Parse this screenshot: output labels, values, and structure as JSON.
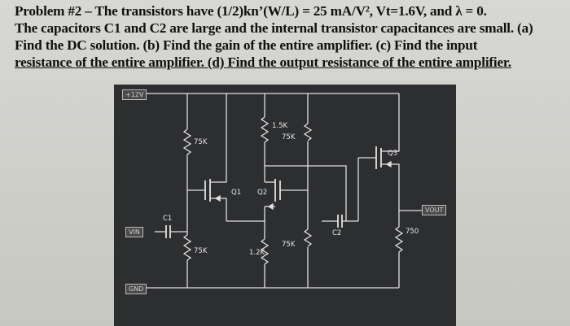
{
  "problem": {
    "line1": "Problem #2 –  The transistors have (1/2)kn’(W/L) = 25 mA/V², Vt=1.6V,  and λ = 0.",
    "line2": "The capacitors C1 and C2 are large and the internal transistor capacitances are small. (a)",
    "line3": "Find the DC solution.  (b) Find the gain of the entire amplifier.  (c) Find the input",
    "line4": "resistance of the entire amplifier.  (d) Find the output resistance of the entire amplifier."
  },
  "circuit": {
    "supply": "+12V",
    "vin": "VIN",
    "gnd": "GND",
    "vout": "VOUT",
    "c1": "C1",
    "c2": "C2",
    "q1": "Q1",
    "q2": "Q2",
    "q3": "Q3",
    "r_top_left": "75K",
    "r_drain": "1.5K",
    "r_top_mid": "75K",
    "r_bot_left": "75K",
    "r_source": "1.2K",
    "r_bot_mid": "75K",
    "r_out": "750"
  }
}
